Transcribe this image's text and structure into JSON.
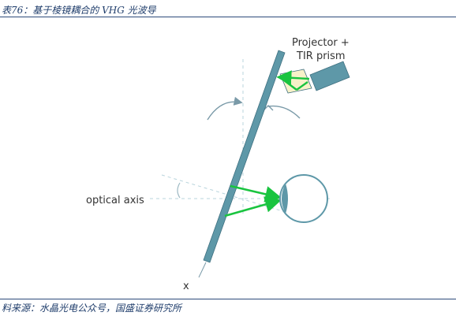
{
  "caption": "表76：基于棱镜耦合的 VHG 光波导",
  "source": "料来源：水晶光电公众号，国盛证券研究所",
  "diagram": {
    "projector_label_line1": "Projector +",
    "projector_label_line2": "TIR prism",
    "optical_axis_label": "optical axis",
    "x_label": "x"
  },
  "colors": {
    "waveguide": "#5e98a8",
    "projector": "#5e98a8",
    "prism": "#f7f1c8",
    "ray": "#19c43f",
    "eye": "#5e98a8",
    "caption": "#1f3d6b"
  }
}
